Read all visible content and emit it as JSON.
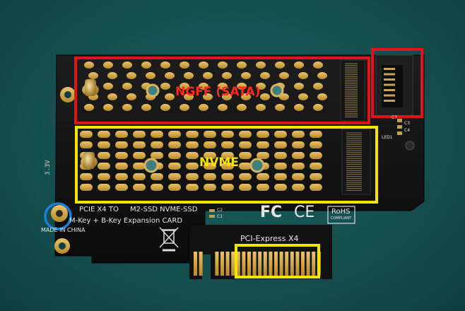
{
  "board": {
    "silkscreen_line1": "PCIE X4 TO",
    "silkscreen_ssd": "M2-SSD NVME-SSD",
    "silkscreen_line2": "M-Key + B-Key Expansion CARD",
    "made_in": "MADE IN CHINA",
    "slot_label": "PCI-Express X4",
    "fc_mark": "FC",
    "ce_mark": "CE",
    "rohs_mark": "RoHS",
    "rohs_sub": "COMPLIANT",
    "component_refs": [
      "C7",
      "C3",
      "C4",
      "LED1",
      "C2",
      "C1"
    ]
  },
  "annotations": {
    "ngff_label": "NGFF (SATA)",
    "nvme_label": "NVME",
    "colors": {
      "red_box": "#e0141c",
      "yellow_box": "#f2e600",
      "blue_circle": "#1a7fd6",
      "ngff_text": "#ff2a1a",
      "nvme_text": "#f5e400"
    }
  }
}
